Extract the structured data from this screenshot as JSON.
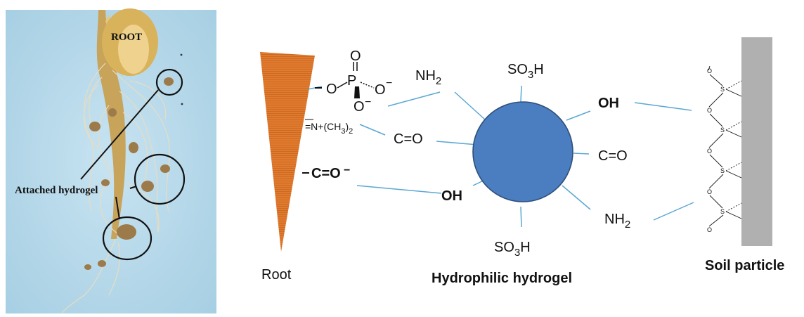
{
  "photo": {
    "root_label": "ROOT",
    "attached_label": "Attached hydrogel"
  },
  "root_groups": {
    "phosphate": {
      "o_left": "O",
      "p": "P",
      "o_top": "O",
      "o_right": "O",
      "o_bottom": "O",
      "minus": "−"
    },
    "amine": "=N+(CH",
    "amine_sub3": "3",
    "amine_close": ")",
    "amine_sub2": "2",
    "carboxylate": "C=O"
  },
  "hydrogel_groups": {
    "nh2_top": "NH",
    "so3h_top": "SO",
    "so3h_top_sub": "3",
    "so3h_top_end": "H",
    "co_left": "C=O",
    "oh_left": "OH",
    "oh_right": "OH",
    "co_right": "C=O",
    "nh2_right": "NH",
    "so3h_bottom": "SO",
    "so3h_bottom_sub": "3",
    "so3h_bottom_end": "H",
    "sub2": "2"
  },
  "soil_groups": {
    "o": "O",
    "s": "S"
  },
  "labels": {
    "root": "Root",
    "hydrogel": "Hydrophilic hydrogel",
    "soil": "Soil particle"
  },
  "colors": {
    "root_fill": "#E07A2E",
    "hydrogel_fill": "#4A7EC0",
    "link_line": "#5BA7D4",
    "soil_fill": "#B0B0B0",
    "photo_bg": "#B5D8EA"
  }
}
